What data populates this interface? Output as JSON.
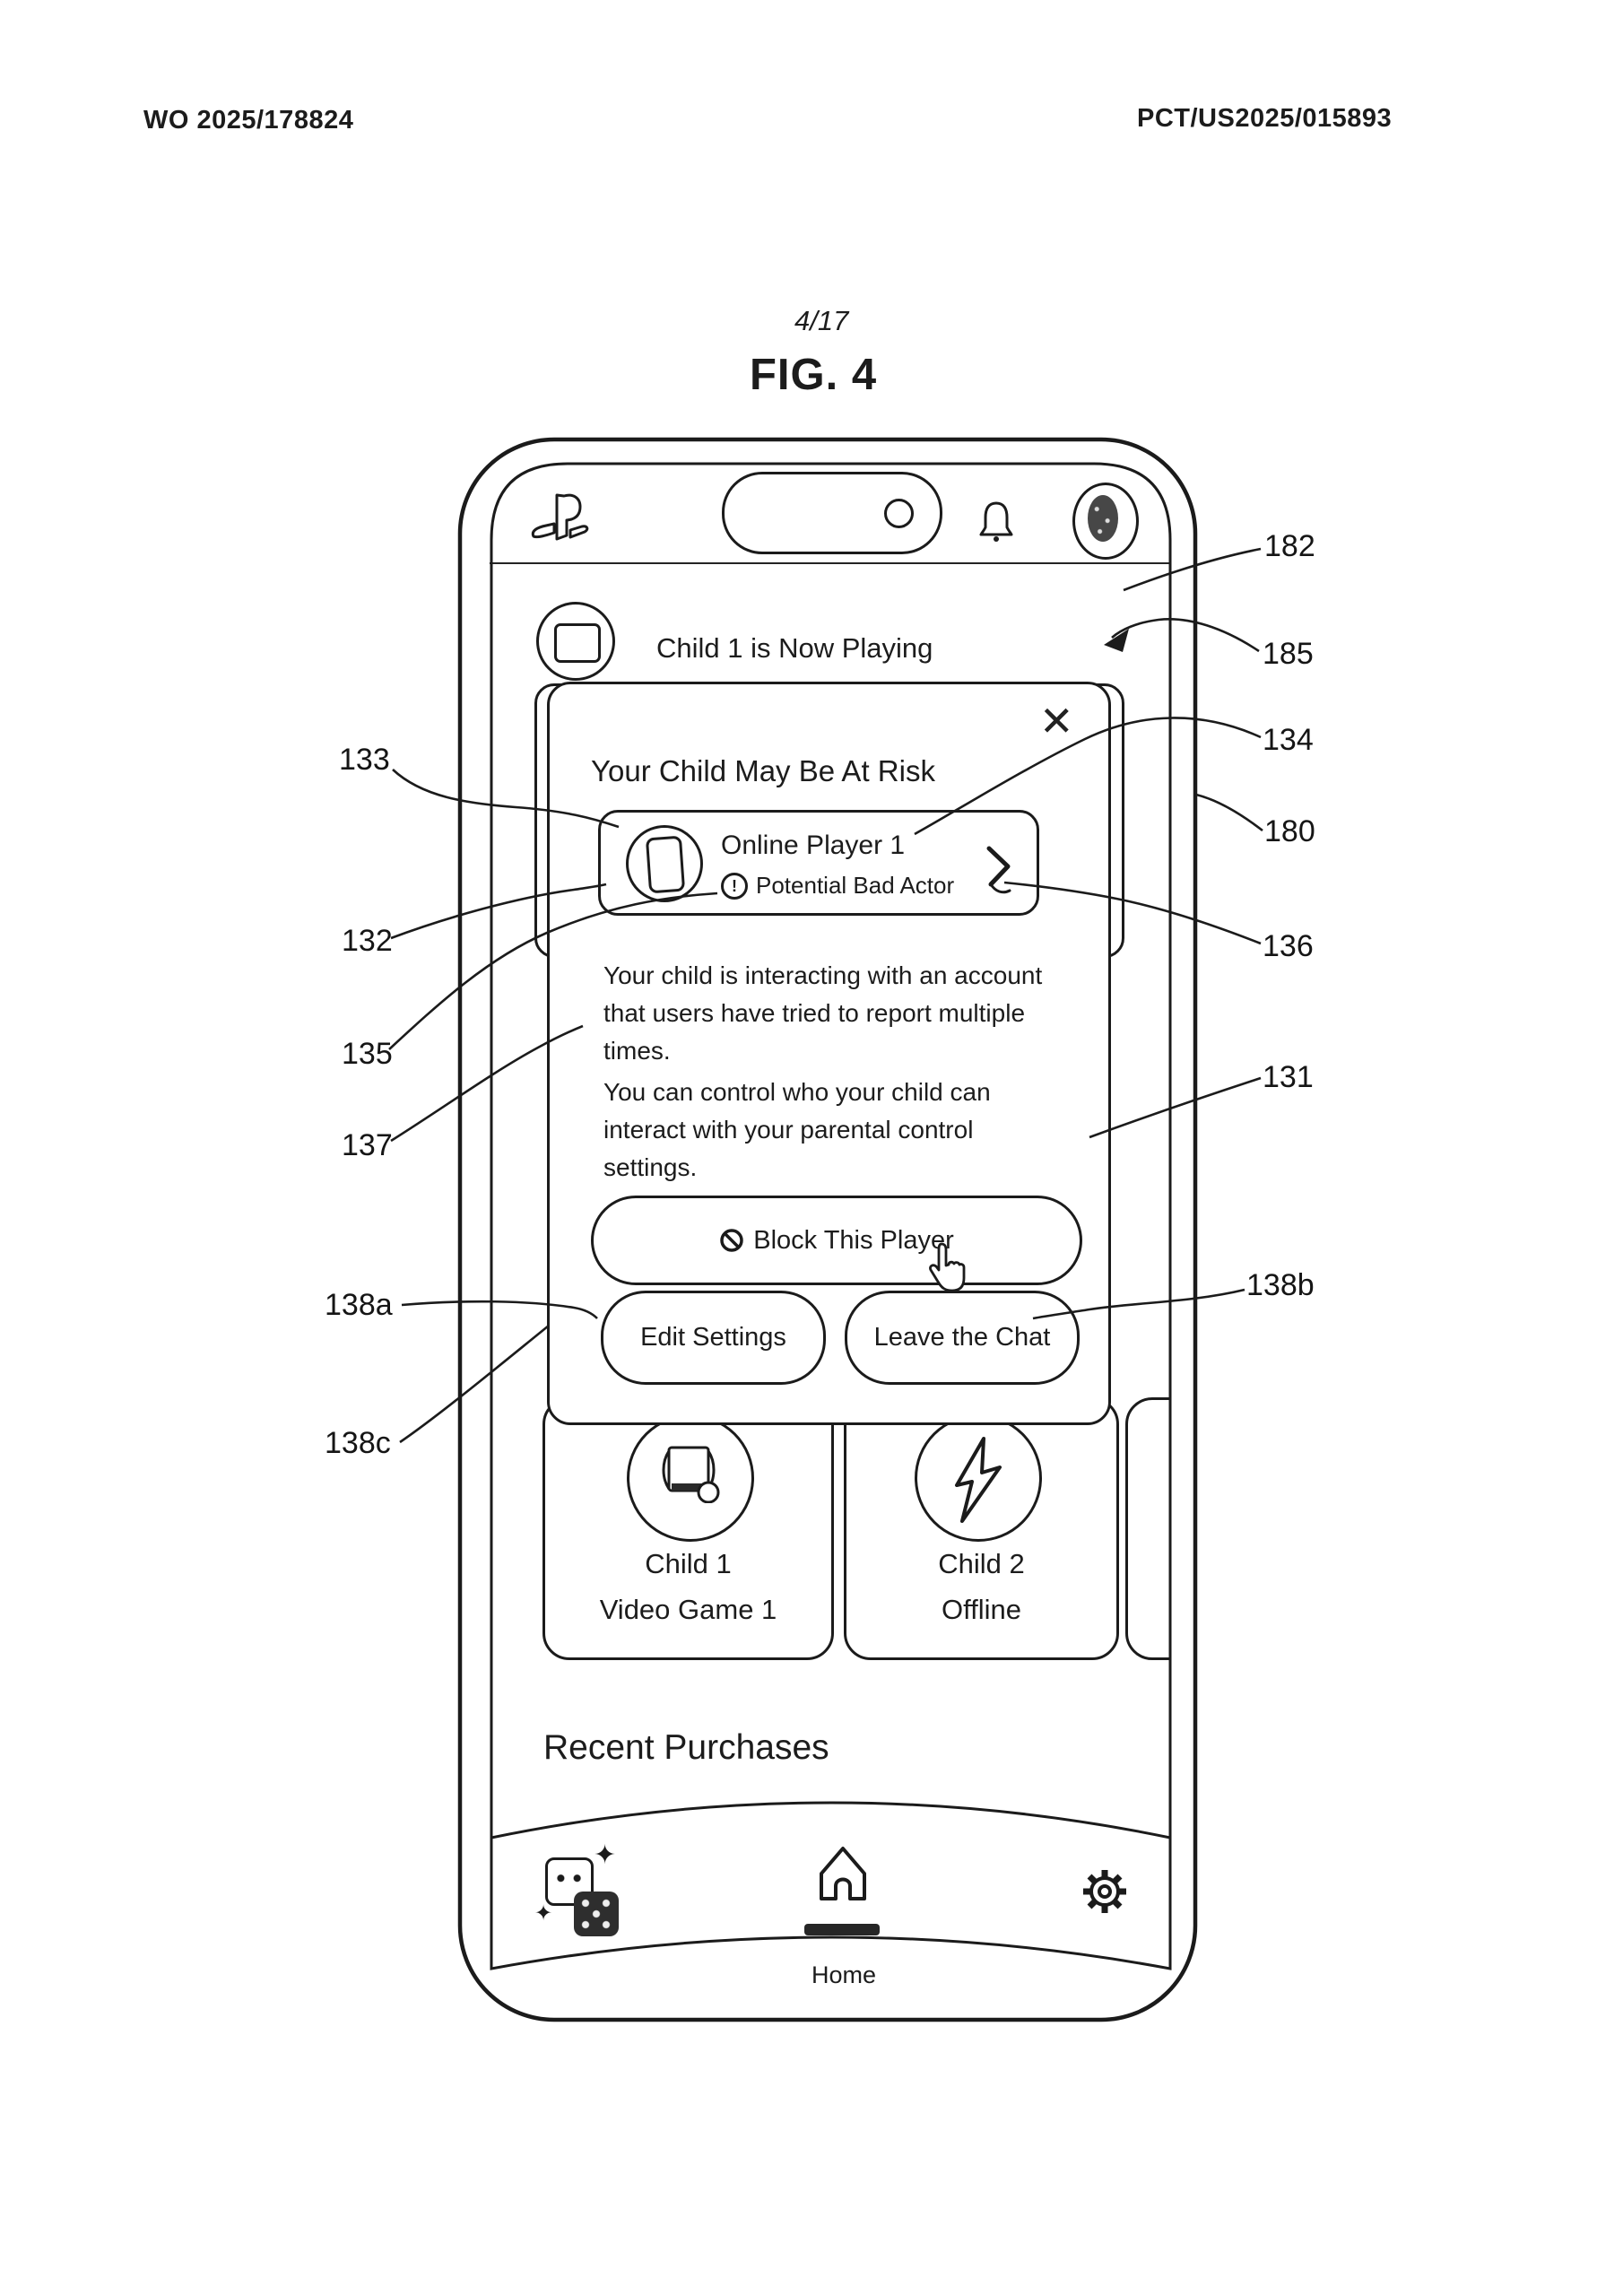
{
  "page": {
    "header_left": "WO 2025/178824",
    "header_right": "PCT/US2025/015893",
    "sheet_index": "4/17",
    "figure_label": "FIG. 4"
  },
  "phone": {
    "banner_text": "Child 1 is Now Playing",
    "section_title": "Recent Purchases",
    "nav": {
      "home_label": "Home"
    }
  },
  "dialog": {
    "title": "Your Child May Be At Risk",
    "player": {
      "name": "Online Player 1",
      "status": "Potential Bad Actor"
    },
    "body_par1": "Your child is interacting with an account\nthat users have tried to report multiple\ntimes.",
    "body_par2": "You can control who your child can\ninteract with your parental control\nsettings.",
    "buttons": {
      "block": "Block This Player",
      "edit": "Edit Settings",
      "leave": "Leave the Chat"
    }
  },
  "cards": [
    {
      "line1": "Child 1",
      "line2": "Video Game 1"
    },
    {
      "line1": "Child 2",
      "line2": "Offline"
    }
  ],
  "icons": {
    "close_glyph": "✕",
    "alert_glyph": "!",
    "sparkle_glyph": "✦"
  },
  "refs": [
    {
      "text": "133"
    },
    {
      "text": "132"
    },
    {
      "text": "135"
    },
    {
      "text": "137"
    },
    {
      "text": "138a"
    },
    {
      "text": "138c"
    },
    {
      "text": "182"
    },
    {
      "text": "185"
    },
    {
      "text": "134"
    },
    {
      "text": "180"
    },
    {
      "text": "136"
    },
    {
      "text": "131"
    },
    {
      "text": "138b"
    }
  ],
  "stroke_color": "#1b1b1b"
}
